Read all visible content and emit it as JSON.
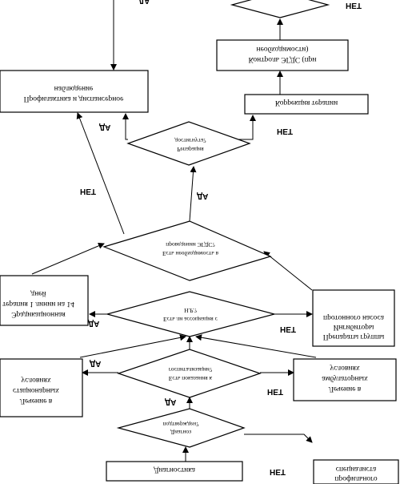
{
  "nodes": {
    "diagnostics": "Диагностика",
    "specialist": [
      "профильного",
      "специалиста"
    ],
    "diagnosis_confirmed": [
      "Диагноз",
      "подтвержден?"
    ],
    "inpatient": [
      "Лечение в",
      "стационарных",
      "условиях"
    ],
    "hospitalization": [
      "Есть показания к",
      "госпитализации?"
    ],
    "outpatient": [
      "Лечение в",
      "амбулаторных",
      "условиях"
    ],
    "eradication": [
      "Эрадикационная",
      "терапия 1 линии на 14",
      "дней"
    ],
    "hp_association": [
      "Есть ли ассоциация с",
      "H.P.?"
    ],
    "ppi": [
      "Препараты группы",
      "Ингибиторы",
      "протонного насоса"
    ],
    "egds_need": [
      "Есть необходимость в",
      "проведении ЭГДС?"
    ],
    "reparation": [
      "Репарация",
      "достигнута?"
    ],
    "prophylaxis": [
      "Профилактика и диспансерное",
      "наблюдение"
    ],
    "therapy_correction": "Коррекция терапии",
    "egds_control": [
      "Контроль ЭГДС (при",
      "необходимости)"
    ]
  },
  "edge_labels": {
    "yes": "ДА",
    "no": "НЕТ"
  },
  "colors": {
    "line": "#000000",
    "fill": "#ffffff"
  },
  "arrow_icon": "arrowhead-marker"
}
